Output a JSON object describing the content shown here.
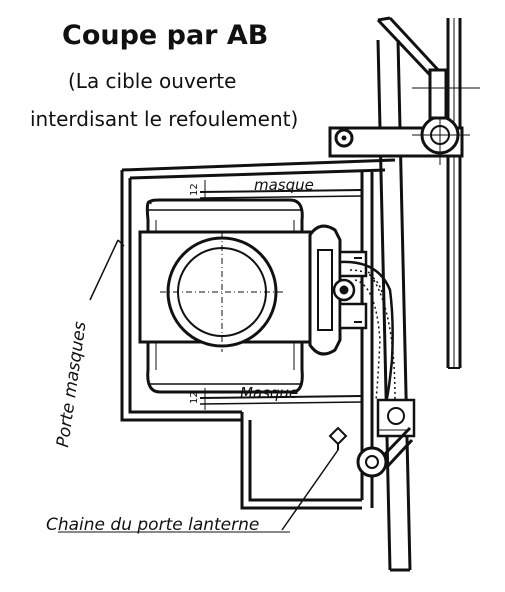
{
  "title": "Coupe par AB",
  "subtitle_line1": "(La cible ouverte",
  "subtitle_line2": "interdisant le refoulement)",
  "labels": {
    "masque_top": "masque",
    "masque_bottom": "Masque",
    "porte_masques": "Porte masques",
    "chaine": "Chaine du porte lanterne",
    "dim_top": "12",
    "dim_bottom": "12"
  }
}
